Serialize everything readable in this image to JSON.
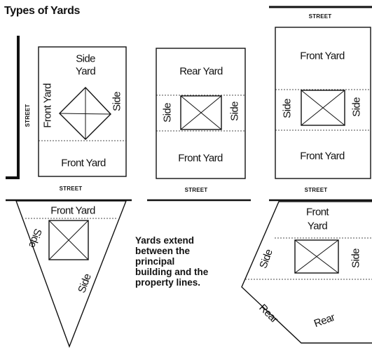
{
  "title": "Types of Yards",
  "street": "STREET",
  "labels": {
    "front_yard": "Front Yard",
    "side_yard_l1": "Side",
    "side_yard_l2": "Yard",
    "side": "Side",
    "rear_yard": "Rear Yard",
    "front_l1": "Front",
    "front_l2": "Yard",
    "rear": "Rear"
  },
  "caption": "Yards extend between the principal building and the property lines."
}
